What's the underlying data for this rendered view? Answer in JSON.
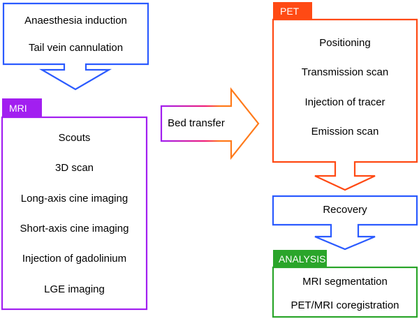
{
  "colors": {
    "prep": "#2b5bff",
    "mri": "#a21ff0",
    "pet": "#ff4a14",
    "recovery": "#2b5bff",
    "analysis": "#2aa52a",
    "transfer_start": "#a21ff0",
    "transfer_end": "#ff7a1a"
  },
  "preparation": {
    "steps": [
      "Anaesthesia induction",
      "Tail vein cannulation"
    ]
  },
  "mri": {
    "label": "MRI",
    "steps": [
      "Scouts",
      "3D scan",
      "Long-axis cine imaging",
      "Short-axis cine imaging",
      "Injection of gadolinium",
      "LGE imaging"
    ]
  },
  "transfer": {
    "label": "Bed transfer"
  },
  "pet": {
    "label": "PET",
    "steps": [
      "Positioning",
      "Transmission scan",
      "Injection of tracer",
      "Emission scan"
    ]
  },
  "recovery": {
    "label": "Recovery"
  },
  "analysis": {
    "label": "ANALYSIS",
    "steps": [
      "MRI segmentation",
      "PET/MRI coregistration"
    ]
  }
}
